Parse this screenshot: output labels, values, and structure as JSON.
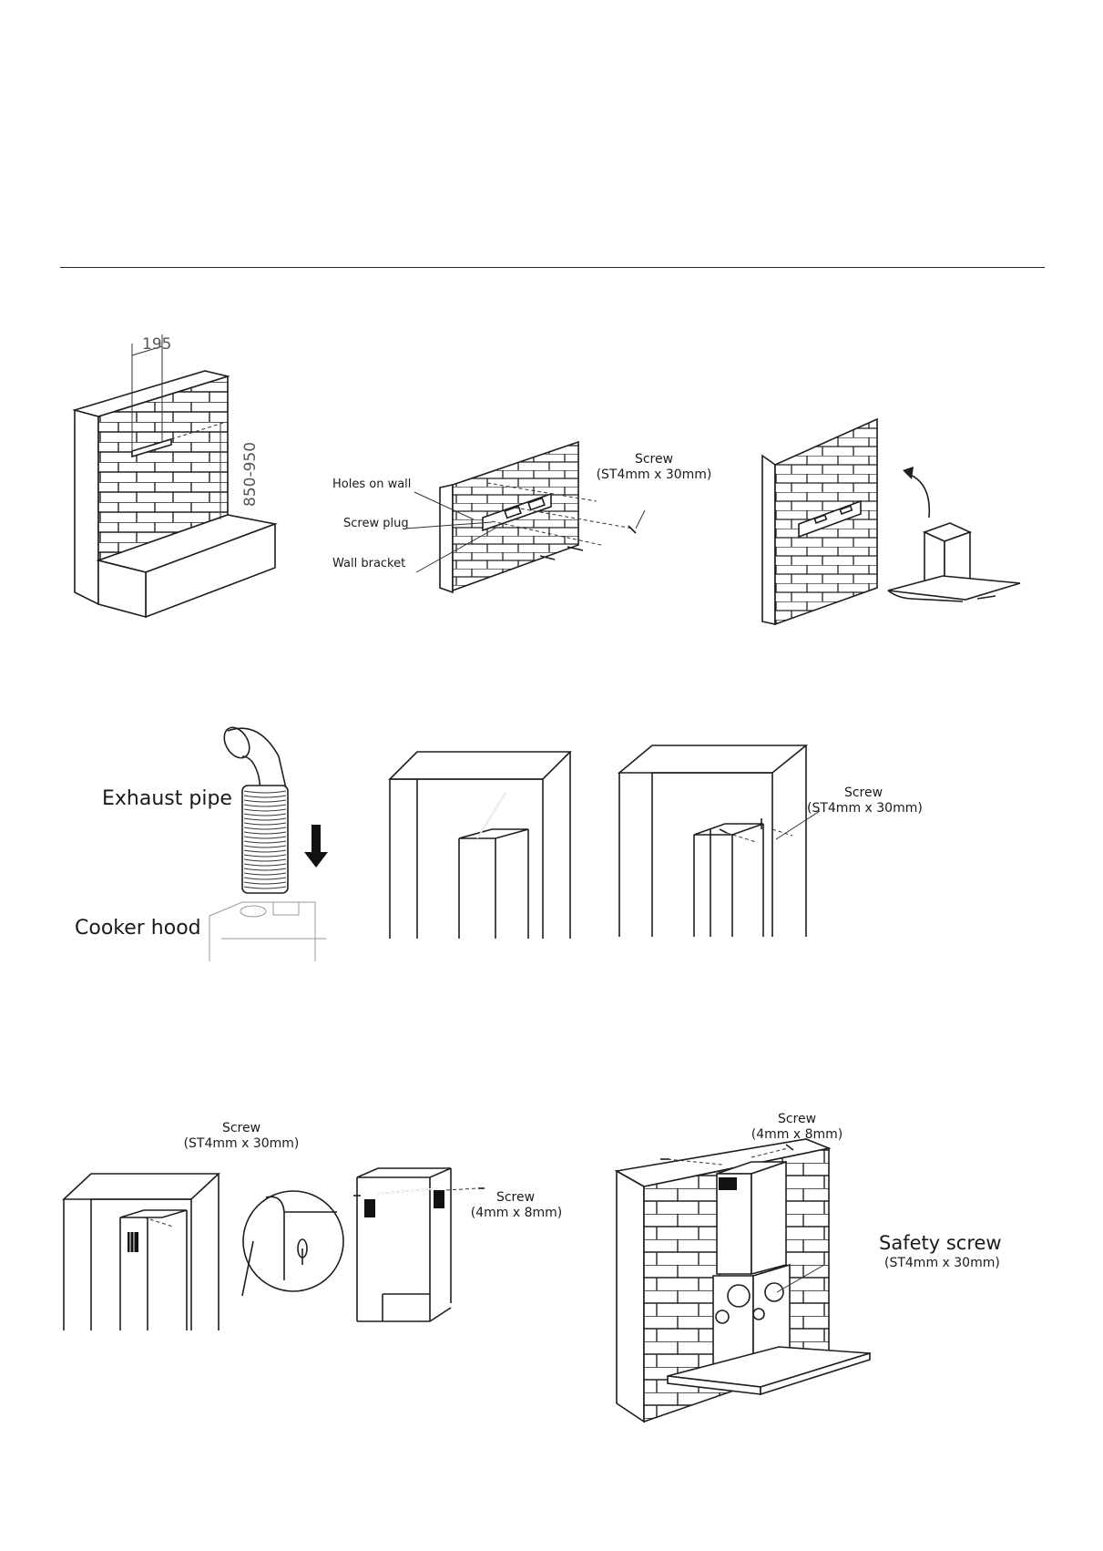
{
  "step1": {
    "dim_width": "195",
    "dim_height": "850-950"
  },
  "step2": {
    "label_holes": "Holes on wall",
    "label_plug": "Screw plug",
    "label_bracket": "Wall bracket",
    "label_screw": "Screw",
    "label_screw_spec": "(ST4mm x 30mm)"
  },
  "step4": {
    "label_pipe": "Exhaust pipe",
    "label_hood": "Cooker hood"
  },
  "step6": {
    "label_screw": "Screw",
    "label_screw_spec": "(ST4mm x 30mm)"
  },
  "step7": {
    "label_screw_a": "Screw",
    "label_screw_a_spec": "(ST4mm x 30mm)",
    "label_screw_b": "Screw",
    "label_screw_b_spec": "(4mm x 8mm)"
  },
  "step8": {
    "label_screw": "Screw",
    "label_screw_spec": "(4mm x 8mm)",
    "label_safety": "Safety screw",
    "label_safety_spec": "(ST4mm x 30mm)"
  }
}
